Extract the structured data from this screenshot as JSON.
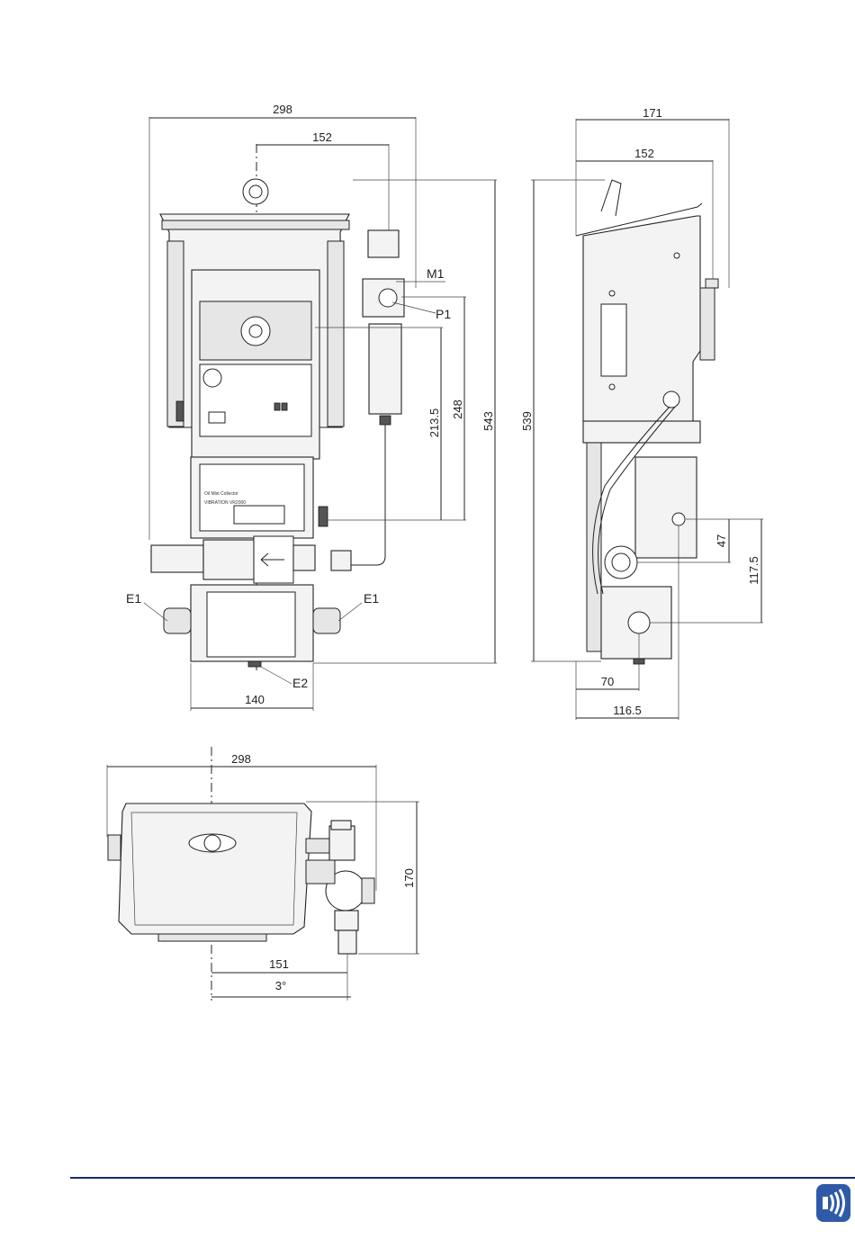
{
  "front_view": {
    "dim_width_overall": "298",
    "dim_center_to_regulator": "152",
    "dim_height_overall": "543",
    "dim_height_port_p1": "248",
    "dim_height_outlet": "213.5",
    "dim_base_width": "140",
    "callout_m1": "M1",
    "callout_p1": "P1",
    "callout_e1_left": "E1",
    "callout_e1_right": "E1",
    "callout_e2": "E2",
    "nameplate_product": "Oil Mist Collector",
    "nameplate_model": "VIBRATION VR2000"
  },
  "side_view": {
    "dim_depth_overall": "171",
    "dim_depth_to_bracket": "152",
    "dim_height_overall": "539",
    "dim_port_height": "47",
    "dim_connection_height": "117.5",
    "dim_base_offset": "70",
    "dim_base_depth": "116.5"
  },
  "top_view": {
    "dim_width_overall": "298",
    "dim_depth": "170",
    "dim_offset": "151",
    "dim_angle": "3°"
  },
  "colors": {
    "footer_rule": "#1a2a6c",
    "logo": "#2f5aa8"
  },
  "icons": {
    "brand_logo": "sound-wave-logo-icon"
  }
}
